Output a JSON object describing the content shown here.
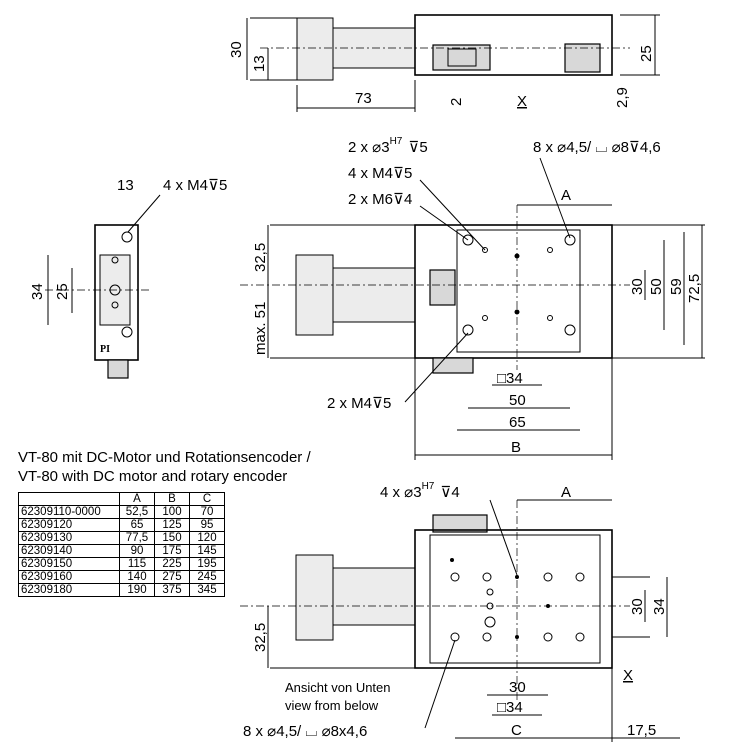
{
  "caption": {
    "line1": "VT-80 mit DC-Motor und Rotationsencoder /",
    "line2": "VT-80 with DC motor and rotary encoder"
  },
  "table": {
    "headers": [
      "",
      "A",
      "B",
      "C"
    ],
    "rows": [
      [
        "62309110-0000",
        "52,5",
        "100",
        "70"
      ],
      [
        "62309120",
        "65",
        "125",
        "95"
      ],
      [
        "62309130",
        "77,5",
        "150",
        "120"
      ],
      [
        "62309140",
        "90",
        "175",
        "145"
      ],
      [
        "62309150",
        "115",
        "225",
        "195"
      ],
      [
        "62309160",
        "140",
        "275",
        "245"
      ],
      [
        "62309180",
        "190",
        "375",
        "345"
      ]
    ]
  },
  "top_view": {
    "h30": "30",
    "h13": "13",
    "w73": "73",
    "d2": "2",
    "x": "X",
    "d29": "2,9",
    "h25": "25"
  },
  "side_view": {
    "w13": "13",
    "thread": "4 x M4⊽5",
    "h34": "34",
    "h25": "25",
    "logo": "PI"
  },
  "plan_view": {
    "pin": "2 x ⌀3",
    "pin_h7": "H7",
    "pin_depth": "⊽5",
    "holes": "8 x ⌀4,5/ ⌴ ⌀8⊽4,6",
    "m4": "4 x M4⊽5",
    "m6": "2 x M6⊽4",
    "a": "A",
    "h325": "32,5",
    "max51": "max. 51",
    "v30": "30",
    "v50": "50",
    "v59": "59",
    "v725": "72,5",
    "sq34": "□34",
    "w50": "50",
    "w65": "65",
    "b": "B",
    "m4b": "2 x M4⊽5"
  },
  "bottom_view": {
    "pin": "4 x ⌀3",
    "pin_h7": "H7",
    "pin_depth": "⊽4",
    "a": "A",
    "v30": "30",
    "v34": "34",
    "h325": "32,5",
    "x": "X",
    "title_de": "Ansicht von Unten",
    "title_en": "view from below",
    "w30": "30",
    "sq34": "□34",
    "c": "C",
    "w175": "17,5",
    "holes": "8 x ⌀4,5/ ⌴ ⌀8x4,6"
  }
}
